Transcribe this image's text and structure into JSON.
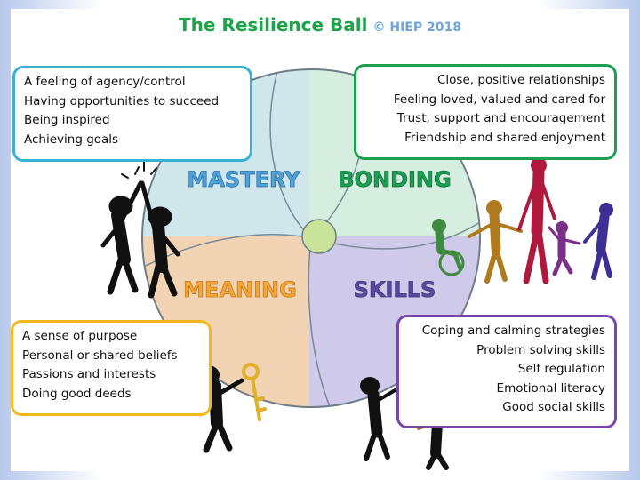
{
  "title": "The Resilience Ball",
  "copyright": "© HIEP 2018",
  "quadrants": {
    "mastery": {
      "label": "MASTERY",
      "color": "#4fa3d8"
    },
    "bonding": {
      "label": "BONDING",
      "color": "#1c9e55"
    },
    "meaning": {
      "label": "MEANING",
      "color": "#f2a636"
    },
    "skills": {
      "label": "SKILLS",
      "color": "#5a4ba0"
    }
  },
  "boxes": {
    "mastery": {
      "items": [
        "A feeling of agency/control",
        "Having opportunities to succeed",
        "Being inspired",
        "Achieving goals"
      ]
    },
    "bonding": {
      "items": [
        "Close, positive relationships",
        "Feeling loved, valued and cared for",
        "Trust, support and encouragement",
        "Friendship and shared enjoyment"
      ]
    },
    "meaning": {
      "items": [
        "A sense of purpose",
        "Personal or shared beliefs",
        "Passions and interests",
        "Doing good deeds"
      ]
    },
    "skills": {
      "items": [
        "Coping and calming strategies",
        "Problem solving skills",
        "Self regulation",
        "Emotional  literacy",
        "Good social  skills"
      ]
    }
  }
}
